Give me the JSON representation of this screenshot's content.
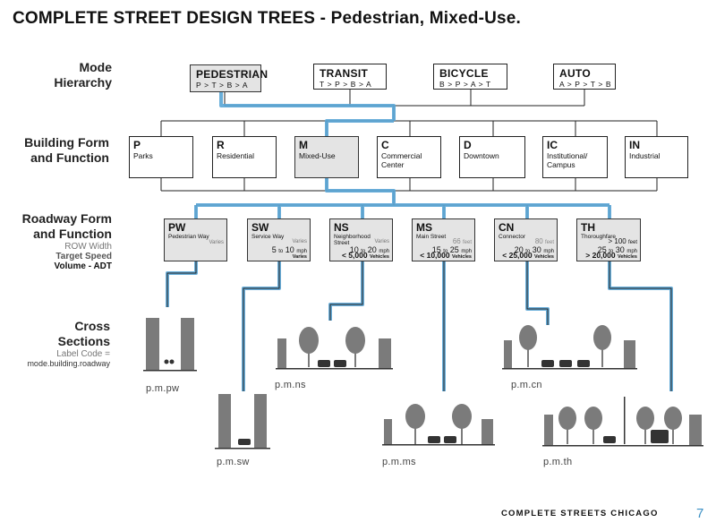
{
  "title": "COMPLETE STREET DESIGN TREES - Pedestrian, Mixed-Use.",
  "row_labels": {
    "mode": [
      "Mode",
      "Hierarchy"
    ],
    "building": [
      "Building Form",
      "and Function"
    ],
    "roadway": [
      "Roadway Form",
      "and Function"
    ],
    "roadway_sub": [
      "ROW Width",
      "Target Speed",
      "Volume - ADT"
    ],
    "cross": [
      "Cross",
      "Sections"
    ],
    "cross_sub": [
      "Label Code =",
      "mode.building.roadway"
    ]
  },
  "modes": [
    {
      "name": "PEDESTRIAN",
      "order": "P > T > B >  A",
      "selected": true
    },
    {
      "name": "TRANSIT",
      "order": "T > P > B > A",
      "selected": false
    },
    {
      "name": "BICYCLE",
      "order": "B > P > A > T",
      "selected": false
    },
    {
      "name": "AUTO",
      "order": "A > P  > T > B",
      "selected": false
    }
  ],
  "building_forms": [
    {
      "code": "P",
      "name": "Parks"
    },
    {
      "code": "R",
      "name": "Residential"
    },
    {
      "code": "M",
      "name": "Mixed-Use",
      "selected": true
    },
    {
      "code": "C",
      "name": "Commercial Center"
    },
    {
      "code": "D",
      "name": "Downtown"
    },
    {
      "code": "IC",
      "name": "Institutional/ Campus"
    },
    {
      "code": "IN",
      "name": "Industrial"
    }
  ],
  "roadway_types": [
    {
      "code": "PW",
      "name": "Pedestrian Way",
      "width": "Varies",
      "speed": "",
      "volume": ""
    },
    {
      "code": "SW",
      "name": "Service Way",
      "width": "Varies",
      "speed_lo": "5",
      "speed_hi": "10",
      "speed_unit": "mph",
      "volume": "Varies"
    },
    {
      "code": "NS",
      "name": "Neighborhood Street",
      "width": "Varies",
      "speed_lo": "10",
      "speed_hi": "20",
      "speed_unit": "mph",
      "volume": "< 5,000",
      "volume_unit": "Vehicles"
    },
    {
      "code": "MS",
      "name": "Main Street",
      "width": "66",
      "width_unit": "feet",
      "speed_lo": "15",
      "speed_hi": "25",
      "speed_unit": "mph",
      "volume": "< 10,000",
      "volume_unit": "Vehicles"
    },
    {
      "code": "CN",
      "name": "Connector",
      "width": "80",
      "width_unit": "feet",
      "speed_lo": "20",
      "speed_hi": "30",
      "speed_unit": "mph",
      "volume": "< 25,000",
      "volume_unit": "Vehicles"
    },
    {
      "code": "TH",
      "name": "Thoroughfare",
      "width": "> 100",
      "width_unit": "feet",
      "speed_lo": "25",
      "speed_hi": "30",
      "speed_unit": "mph",
      "volume": "> 20,000",
      "volume_unit": "Vehicles"
    }
  ],
  "speed_sep": "to",
  "cross_sections": [
    "p.m.pw",
    "p.m.sw",
    "p.m.ns",
    "p.m.ms",
    "p.m.cn",
    "p.m.th"
  ],
  "footer": "COMPLETE STREETS CHICAGO",
  "page_number": "7",
  "colors": {
    "highlight": "#5aa6d6",
    "page_number": "#3a8fc4",
    "selected_fill": "#e4e4e4"
  }
}
